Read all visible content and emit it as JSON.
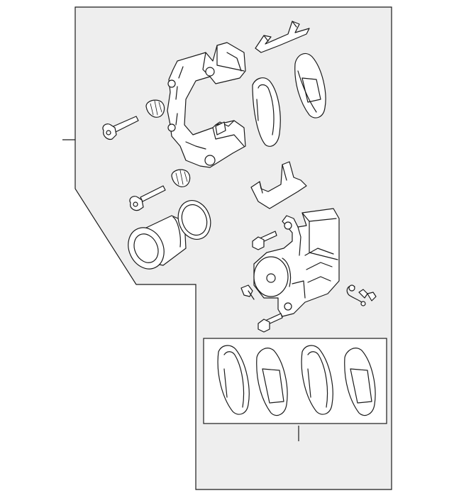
{
  "diagram": {
    "type": "exploded-parts-diagram",
    "colors": {
      "panel": "#eeeeee",
      "line": "#1a1a1a",
      "background": "#ffffff",
      "inset": "#ffffff"
    },
    "parts": [
      {
        "name": "caliper-support-bracket"
      },
      {
        "name": "guide-pin-bolt-upper"
      },
      {
        "name": "guide-pin-boot-upper"
      },
      {
        "name": "guide-pin-bolt-lower"
      },
      {
        "name": "guide-pin-boot-lower"
      },
      {
        "name": "caliper-piston"
      },
      {
        "name": "piston-seal"
      },
      {
        "name": "piston-dust-boot"
      },
      {
        "name": "caliper-housing"
      },
      {
        "name": "caliper-mounting-bolt-upper"
      },
      {
        "name": "caliper-mounting-bolt-lower"
      },
      {
        "name": "bleeder-screw"
      },
      {
        "name": "brake-hose-banjo-fitting"
      },
      {
        "name": "anti-rattle-clip-upper"
      },
      {
        "name": "anti-rattle-clip-lower"
      },
      {
        "name": "brake-pad-inner"
      },
      {
        "name": "brake-pad-outer"
      },
      {
        "name": "pad-kit"
      }
    ]
  }
}
